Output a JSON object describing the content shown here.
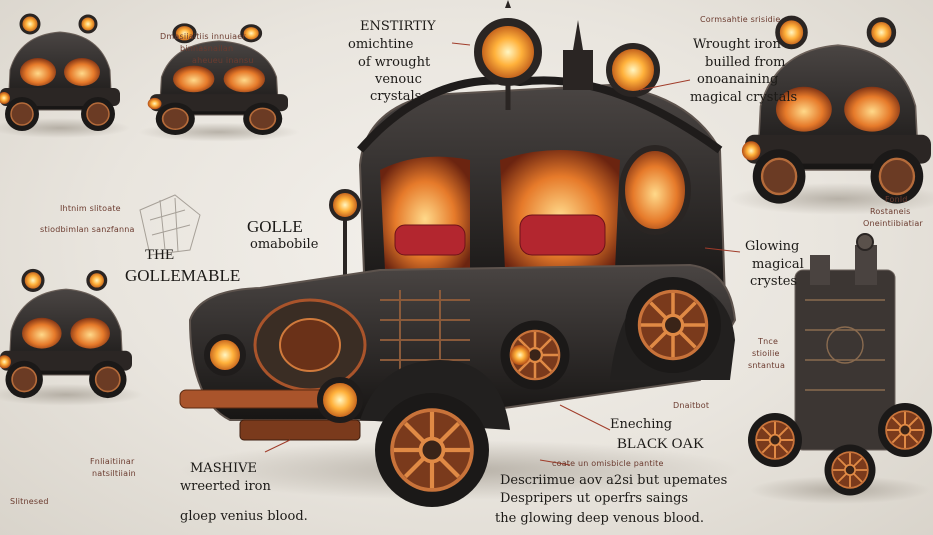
{
  "labels": {
    "top_center_1": "Enstirtiy",
    "top_center_2": "omichtine",
    "top_center_3": "of wrought",
    "top_center_4": "venouc",
    "top_center_5": "crystals.",
    "top_right_small": "Cormsahtie srisidie",
    "top_right_1": "Wrought iron",
    "top_right_2": "builled from",
    "top_right_3": "onoanaining",
    "top_right_4": "magical crystals",
    "left_small_1": "Dmasiiaitiis innuiaer",
    "left_small_2": "binnasnailan",
    "left_small_3": "aheueu inansu",
    "mid_left_small_1": "Ihtnim slitoate",
    "mid_left_small_2": "stiodbimlan sanzfanna",
    "title_small": "The",
    "title_main": "Gollemable",
    "golle_1": "Golle",
    "golle_2": "omabobile",
    "right_small_1": "Fonld",
    "right_small_2": "Rostaneis",
    "right_small_3": "Oneintiibiatiar",
    "glow_1": "Glowing",
    "glow_2": "magical",
    "glow_3": "crystes",
    "right_low_small_1": "Tnce",
    "right_low_small_2": "stioilie",
    "right_low_small_3": "sntantua",
    "oak_small": "Dnaitbot",
    "oak_1": "Eneching",
    "oak_2": "Black Oak",
    "bl_small_1": "Fnliaitiinar",
    "bl_small_2": "natsiltiiain",
    "bl_small_3": "Slitnesed",
    "bl_1": "Mashive",
    "bl_2": "wreerted iron",
    "bl_3": "gloep venius blood.",
    "bc_small": "coate un omisbicle pantite",
    "bc_1": "Descriimue aov a2si but upemates",
    "bc_2": "Despripers ut operfrs saings",
    "bc_3": "the glowing deep venous blood."
  },
  "colors": {
    "iron": "#262322",
    "copper": "#a9542b",
    "glow": "#ffb13b",
    "velvet": "#b3262f",
    "paper": "#ece8e1"
  }
}
